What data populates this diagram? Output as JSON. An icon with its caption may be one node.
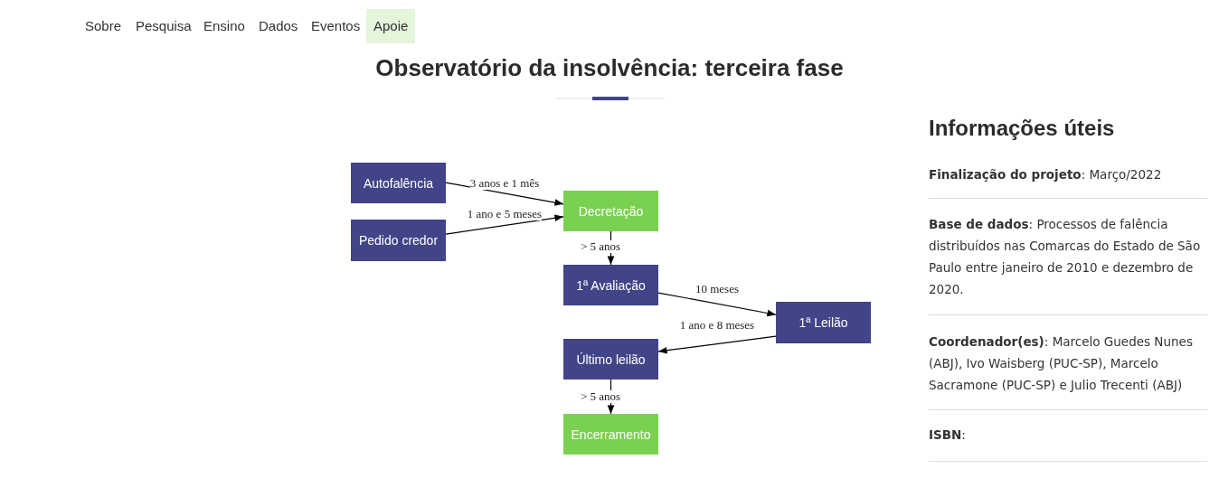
{
  "diagram": {
    "title": "Observatório da insolvência: terceira fase",
    "nodes": [
      {
        "text": [
          "Autofalência"
        ]
      },
      {
        "text": [
          "Pedido credor"
        ]
      },
      {
        "text": [
          "Decretação"
        ]
      },
      {
        "text": [
          "1ª Avaliação"
        ]
      },
      {
        "text": [
          "1ª Leilão"
        ]
      },
      {
        "text": [
          "Último leilão"
        ]
      },
      {
        "text": [
          "Encerramento"
        ]
      }
    ],
    "edges": [
      {
        "from": 0,
        "to": 2,
        "arrow": "to",
        "label": "3 anos e 1 mês"
      },
      {
        "from": 1,
        "to": 2,
        "arrow": "to",
        "label": "1 ano e 5 meses"
      },
      {
        "from": 2,
        "to": 3,
        "arrow": "to",
        "label": "> 5 anos"
      },
      {
        "from": 3,
        "to": 4,
        "arrow": "to",
        "label": "10 meses"
      },
      {
        "from": 4,
        "to": 5,
        "arrow": "to",
        "label": "1 ano e 8 meses"
      },
      {
        "from": 5,
        "to": 6,
        "arrow": "to",
        "label": "> 5 anos"
      }
    ],
    "labels": [
      "Sobre",
      "Pesquisa",
      "Ensino",
      "Dados",
      "Eventos",
      "Apoie",
      "Informações úteis",
      "**Finalização do projeto**: Março/2022",
      "**Base de dados**: Processos de falência distribuídos nas Comarcas do Estado de São Paulo entre janeiro de 2010 e dezembro de 2020.",
      "**Coordenador(es)**: Marcelo Guedes Nunes (ABJ), Ivo Waisberg (PUC-SP), Marcelo Sacramone (PUC-SP) e Julio Trecenti (ABJ)",
      "**ISBN**:"
    ]
  }
}
